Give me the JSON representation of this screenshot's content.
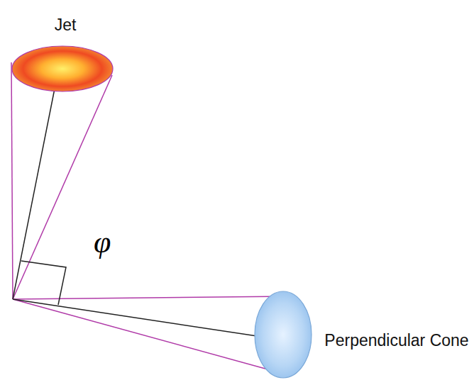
{
  "diagram": {
    "nodes": [
      {
        "text": [
          "Jet"
        ]
      },
      {
        "text": [
          "Perpendicular Cone"
        ]
      }
    ],
    "labels": [
      "φ"
    ]
  }
}
